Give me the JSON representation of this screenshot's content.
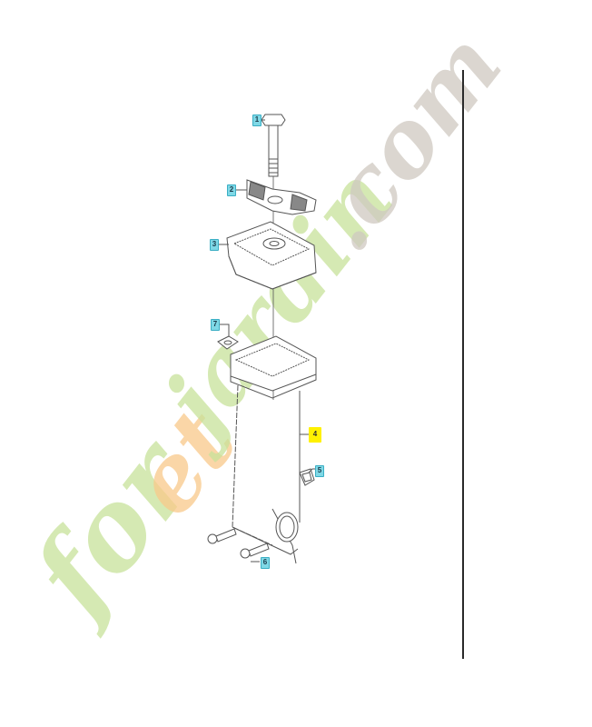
{
  "diagram": {
    "type": "exploded parts diagram",
    "callouts": [
      {
        "id": "1",
        "style": "cyan"
      },
      {
        "id": "2",
        "style": "cyan"
      },
      {
        "id": "3",
        "style": "cyan"
      },
      {
        "id": "7",
        "style": "cyan"
      },
      {
        "id": "4",
        "style": "yellow-highlight"
      },
      {
        "id": "5",
        "style": "cyan"
      },
      {
        "id": "6",
        "style": "cyan"
      }
    ],
    "parts": [
      {
        "callout": "1",
        "name": "bolt"
      },
      {
        "callout": "2",
        "name": "wing-knob"
      },
      {
        "callout": "3",
        "name": "cover"
      },
      {
        "callout": "7",
        "name": "square-nut"
      },
      {
        "callout": "4",
        "name": "handle-bracket"
      },
      {
        "callout": "5",
        "name": "clamp"
      },
      {
        "callout": "6",
        "name": "screws"
      }
    ]
  },
  "watermark": {
    "part1": "for",
    "part2": "et",
    "part3": "jardin",
    "part4": ".com",
    "colors": {
      "green": "#c8e29a",
      "orange": "#f9c98a",
      "grey": "#cfc9c1"
    }
  },
  "colors": {
    "divider": "#2a2a2a",
    "line_art": "#555555",
    "callout_cyan": "#7fd8e6",
    "callout_highlight": "#fff100"
  }
}
